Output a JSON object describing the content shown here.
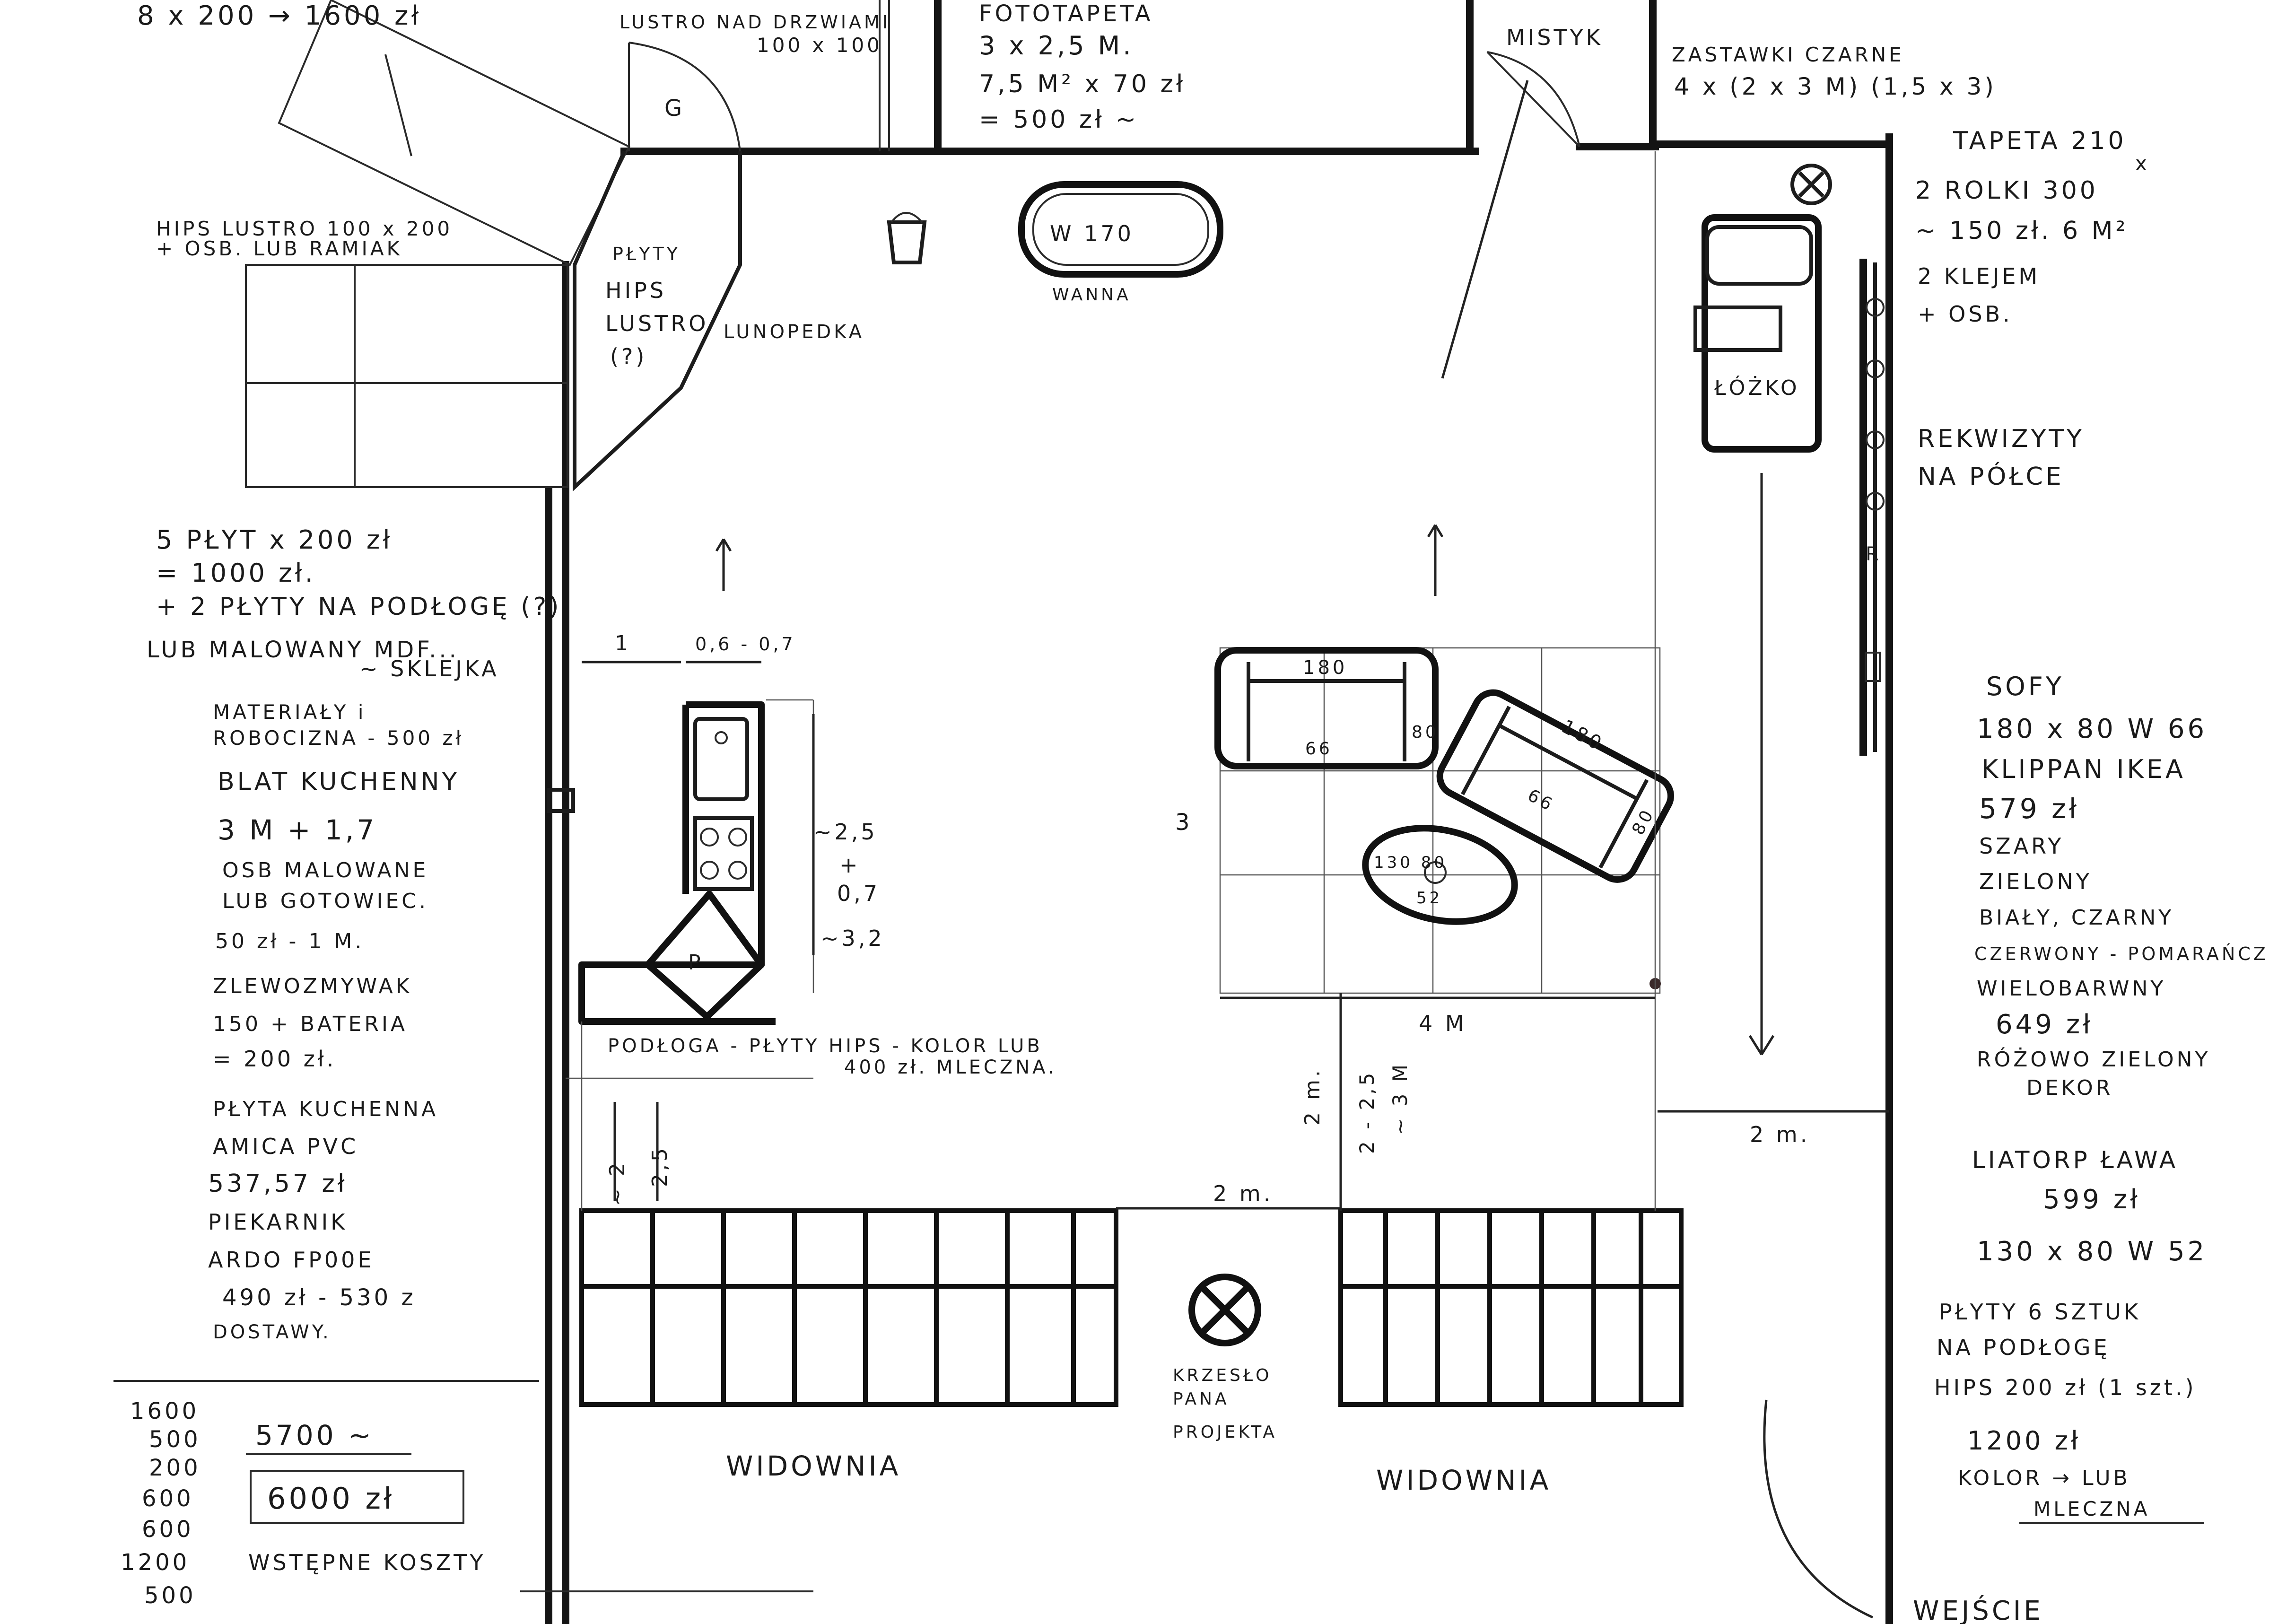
{
  "notes_left": {
    "top_cost": "8 x 200 → 1600 zł",
    "mirror_panel": [
      "HIPS LUSTRO 100 x 200",
      "+ OSB. LUB RAMIAK"
    ],
    "panels_cost": [
      "5 PŁYT x 200 zł",
      "= 1000 zł.",
      "+ 2 PŁYTY NA PODŁOGĘ (?)",
      "LUB MALOWANY MDF...",
      "~ SKLEJKA"
    ],
    "worktop": [
      "MATERIAŁY i",
      "ROBOCIZNA - 500 zł",
      "BLAT KUCHENNY",
      "3 M + 1,7",
      "OSB MALOWANE",
      "LUB GOTOWIEC.",
      "50 zł - 1 M."
    ],
    "sink": [
      "ZLEWOZMYWAK",
      "150 + BATERIA",
      "= 200 zł."
    ],
    "hob": [
      "PŁYTA KUCHENNA",
      "AMICA PVC",
      "537,57 zł",
      "PIEKARNIK",
      "ARDO FP00E",
      "490 zł - 530 z",
      "DOSTAWY."
    ]
  },
  "totals": {
    "items": [
      "1600",
      "500",
      "200",
      "600",
      "600",
      "1200",
      "500"
    ],
    "subtotal": "5700 ~",
    "boxed": "6000 zł",
    "caption": "WSTĘPNE KOSZTY"
  },
  "plan_labels": {
    "mirror_above_door": "LUSTRO NAD DRZWIAMI",
    "mirror_size": "100 x 100",
    "door_g": "G",
    "photo_wallpaper": [
      "FOTOTAPETA",
      "3 x 2,5 M.",
      "7,5 M² x 70 zł",
      "= 500 zł ~"
    ],
    "mistyk": "MISTYK",
    "curtains": [
      "ZASTAWKI CZARNE",
      "4 x (2 x 3 M) (1,5 x 3)"
    ],
    "bathtub": "W 170",
    "bathtub_label": "WANNA",
    "panels_mirror": [
      "PŁYTY",
      "HIPS",
      "LUSTRO",
      "(?)"
    ],
    "cabinet": "LUNOPEDKA",
    "bed": "ŁÓŻKO",
    "sofa_top": "180",
    "sofa_top_depth": "80",
    "sofa_top_height": "66",
    "sofa_right": "180",
    "sofa_right_depth": "80",
    "sofa_right_height": "66",
    "table": "130 80",
    "table_height": "52",
    "dim_1": "1",
    "dim_06": "0,6 - 0,7",
    "dim_25": "~2,5",
    "dim_plus": "+",
    "dim_07": "0,7",
    "dim_32": "~3,2",
    "dim_3": "3",
    "dim_4m": "4 M",
    "dim_2m_mid": "2 m.",
    "dim_2m_right": "2 m.",
    "dim_2m_vertical": "2 m.",
    "dim_225": "2 - 2,5",
    "dim_3m": "~ 3 M",
    "dim_2_left": "~ 2",
    "dim_25_left": "2,5",
    "stove_p": "P",
    "floor_note": [
      "PODŁOGA - PŁYTY HIPS - KOLOR LUB",
      "400 zł.    MLECZNA."
    ],
    "director_chair": [
      "KRZESŁO",
      "PANA",
      "PROJEKTA"
    ],
    "stage_left": "WIDOWNIA",
    "stage_right": "WIDOWNIA",
    "shelf_r": "R",
    "entrance": "WEJŚCIE"
  },
  "notes_right": {
    "wallpaper": [
      "TAPETA 210",
      "x",
      "2 ROLKI 300",
      "~ 150 zł.  6 M²",
      "2 KLEJEM",
      "+ OSB."
    ],
    "props": [
      "REKWIZYTY",
      "NA PÓŁCE"
    ],
    "sofas": [
      "SOFY",
      "180 x 80 W 66",
      "KLIPPAN IKEA",
      "579 zł",
      "SZARY",
      "ZIELONY",
      "BIAŁY, CZARNY",
      "CZERWONY - POMARAŃCZ.",
      "WIELOBARWNY",
      "649 zł",
      "RÓŻOWO ZIELONY",
      "DEKOR"
    ],
    "table": [
      "LIATORP ŁAWA",
      "599 zł",
      "130 x 80 W 52"
    ],
    "floor_plates": [
      "PŁYTY 6 SZTUK",
      "NA PODŁOGĘ",
      "HIPS   200 zł (1 szt.)",
      "1200 zł",
      "KOLOR → LUB",
      "MLECZNA"
    ]
  }
}
